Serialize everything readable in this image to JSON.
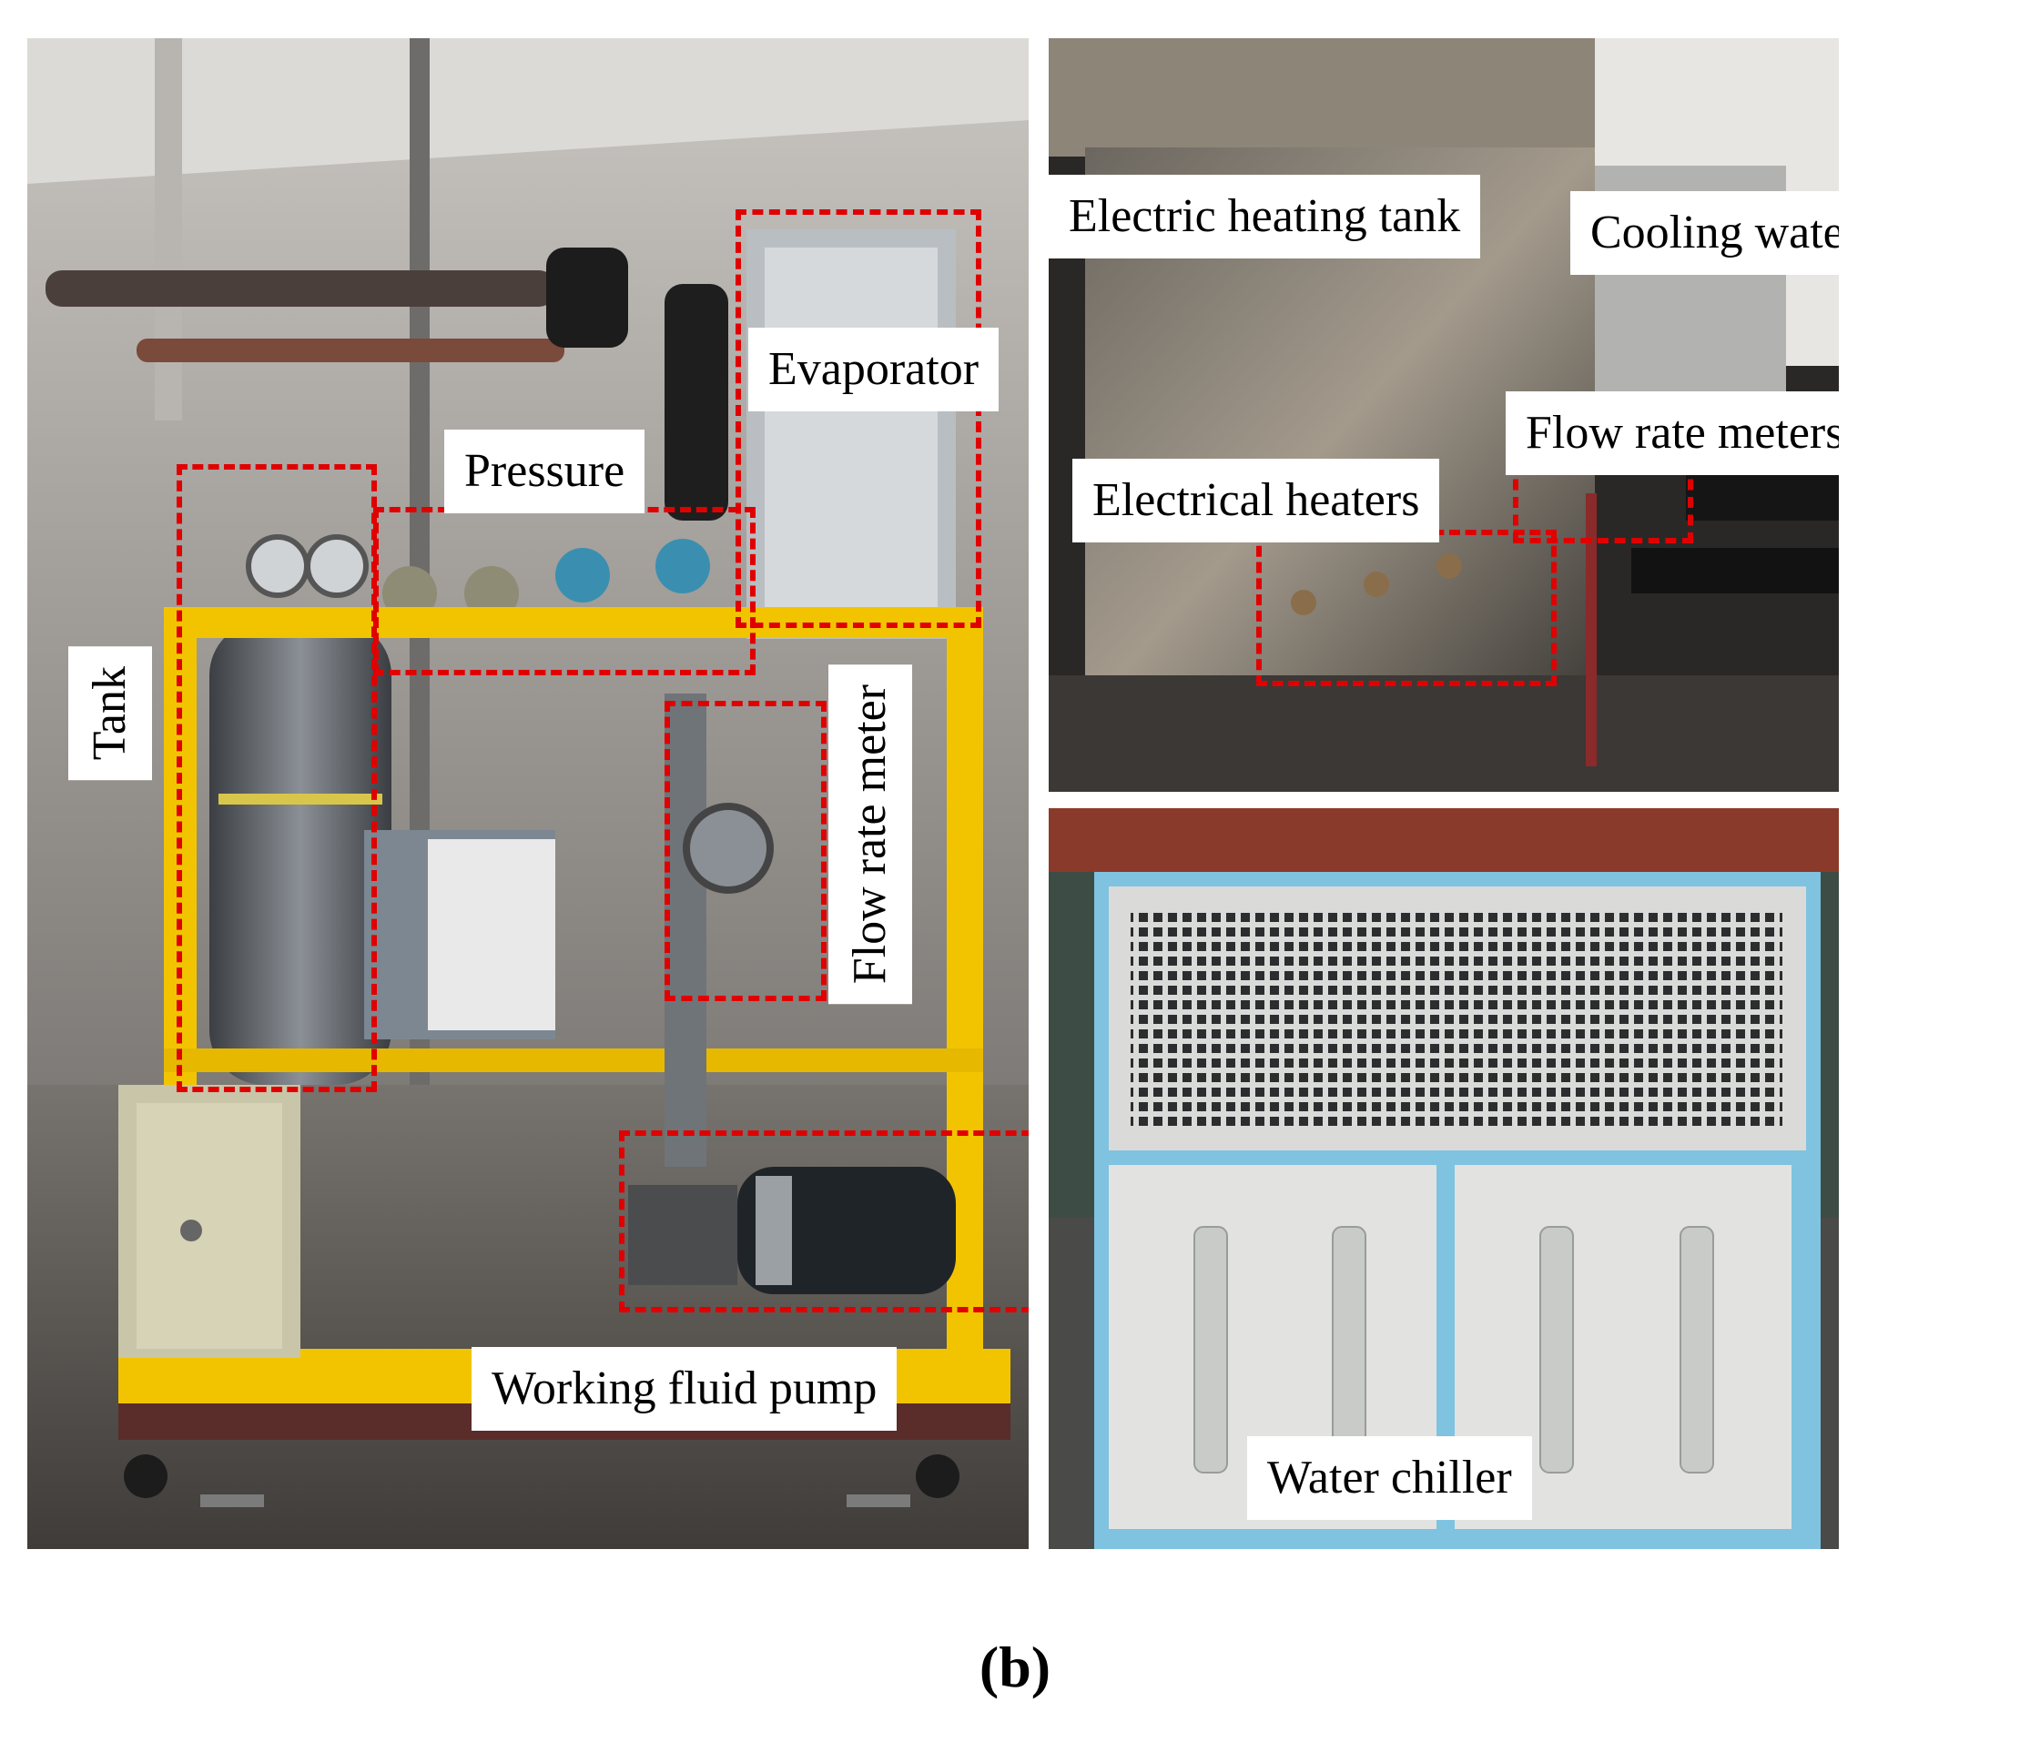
{
  "figure": {
    "caption": "(b)"
  },
  "main_photo": {
    "labels": {
      "evaporator": "Evaporator",
      "pressure": "Pressure",
      "tank": "Tank",
      "flow_rate_meter": "Flow rate meter",
      "working_fluid_pump": "Working fluid pump"
    }
  },
  "top_right_photo": {
    "labels": {
      "electric_heating_tank": "Electric heating tank",
      "cooling_water_tank": "Cooling water tank",
      "flow_rate_meters": "Flow rate meters",
      "electrical_heaters": "Electrical heaters"
    }
  },
  "bottom_right_photo": {
    "labels": {
      "water_chiller": "Water chiller"
    }
  },
  "colors": {
    "highlight_box": "#e00000",
    "frame_yellow": "#f2c400",
    "chiller_blue": "#7fc3e0"
  }
}
